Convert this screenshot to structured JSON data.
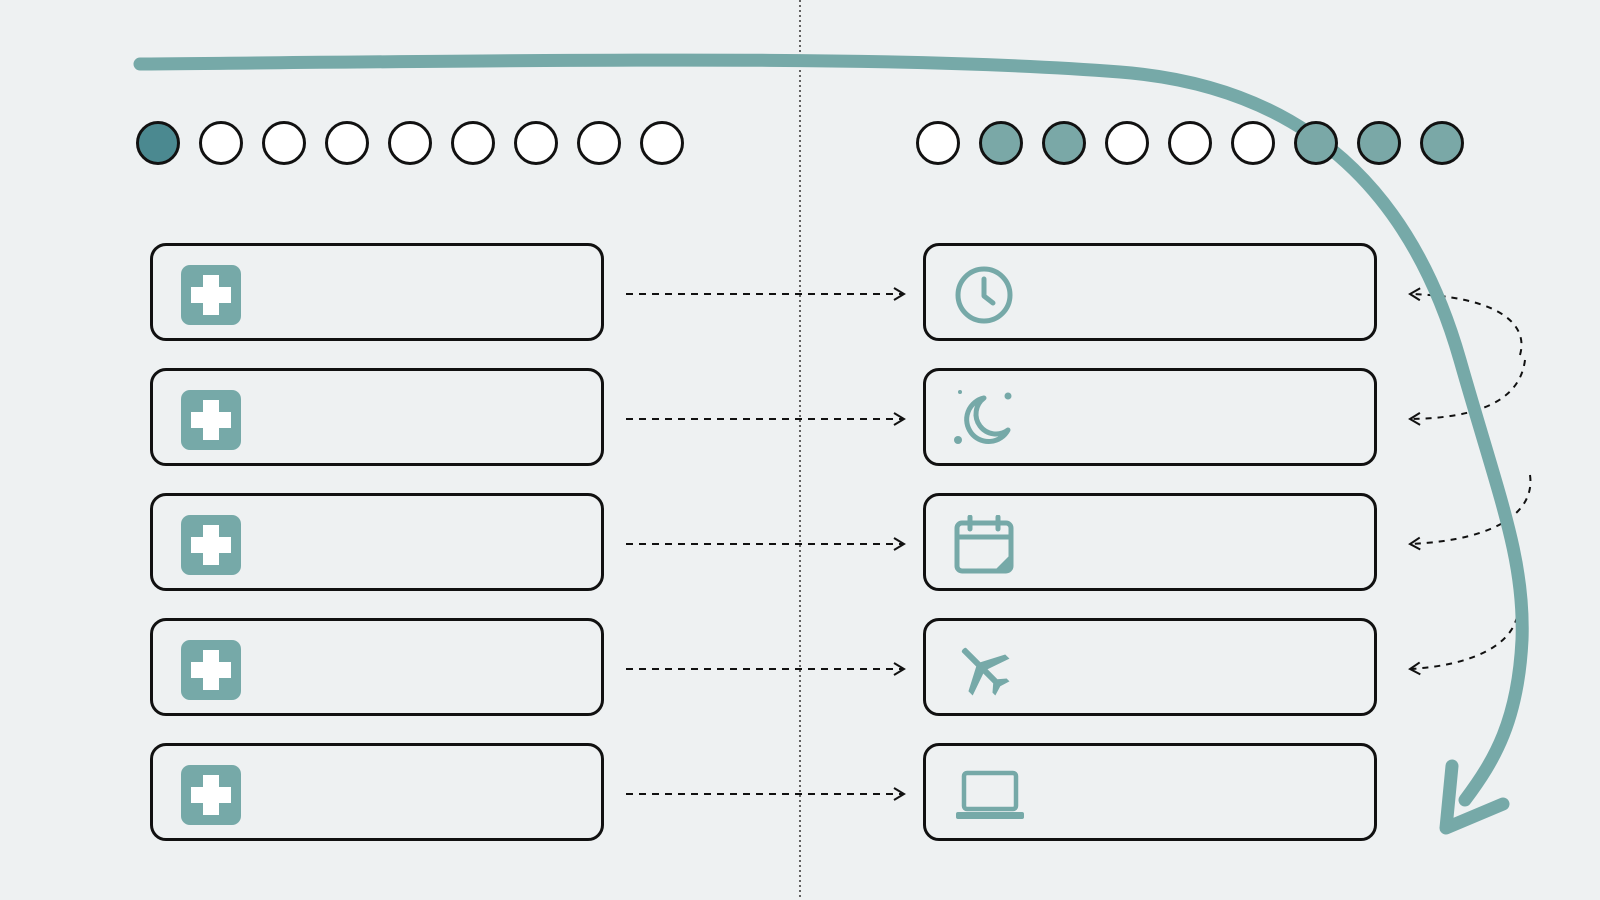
{
  "colors": {
    "background": "#eef1f2",
    "accent": "#76a9a8",
    "accent_dark": "#4b8990",
    "stroke": "#111111"
  },
  "left_dots": [
    {
      "state": "filled-dark"
    },
    {
      "state": "empty"
    },
    {
      "state": "empty"
    },
    {
      "state": "empty"
    },
    {
      "state": "empty"
    },
    {
      "state": "empty"
    },
    {
      "state": "empty"
    },
    {
      "state": "empty"
    },
    {
      "state": "empty"
    }
  ],
  "right_dots": [
    {
      "state": "empty"
    },
    {
      "state": "filled"
    },
    {
      "state": "filled"
    },
    {
      "state": "empty"
    },
    {
      "state": "empty"
    },
    {
      "state": "empty"
    },
    {
      "state": "filled"
    },
    {
      "state": "filled"
    },
    {
      "state": "filled"
    }
  ],
  "left_cards": [
    {
      "icon": "medical-cross-icon"
    },
    {
      "icon": "medical-cross-icon"
    },
    {
      "icon": "medical-cross-icon"
    },
    {
      "icon": "medical-cross-icon"
    },
    {
      "icon": "medical-cross-icon"
    }
  ],
  "right_cards": [
    {
      "icon": "clock-icon"
    },
    {
      "icon": "moon-icon"
    },
    {
      "icon": "calendar-icon"
    },
    {
      "icon": "airplane-icon"
    },
    {
      "icon": "laptop-icon"
    }
  ],
  "connectors": {
    "style": "dashed-arrow",
    "count": 5
  },
  "return_arrows": {
    "style": "dashed-curved-arrow",
    "count": 4
  },
  "flow_arrow": {
    "style": "thick-curved-arrow",
    "direction": "down"
  }
}
